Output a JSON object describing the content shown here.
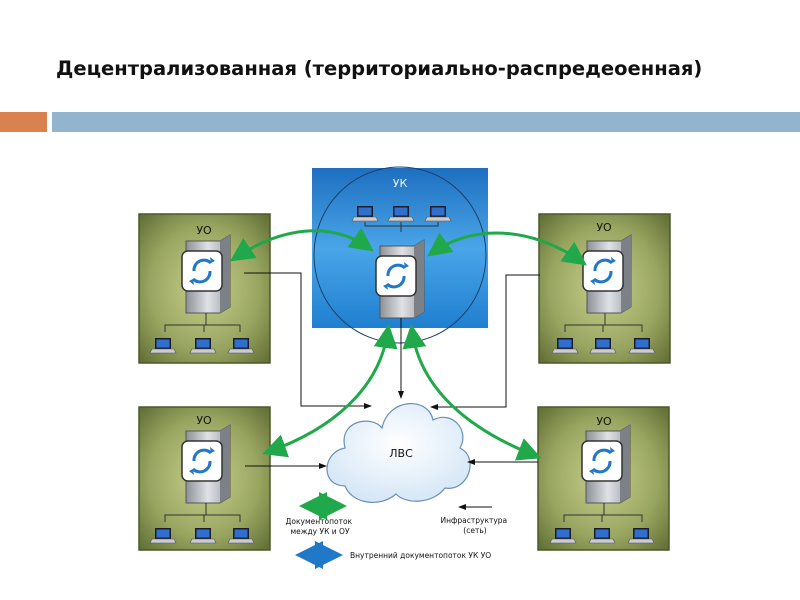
{
  "slide": {
    "title": "Децентрализованная (территориально-распредеоенная)"
  },
  "diagram": {
    "center_node": {
      "label": "УК"
    },
    "unit_nodes": [
      {
        "id": "tl",
        "label": "УО"
      },
      {
        "id": "tr",
        "label": "УО"
      },
      {
        "id": "bl",
        "label": "УО"
      },
      {
        "id": "br",
        "label": "УО"
      }
    ],
    "network": {
      "label": "ЛВС"
    },
    "legend": {
      "green_arrow": "Документопоток\nмежду УК и ОУ",
      "infrastructure": "Инфраструктура\n(сеть)",
      "blue_arrow": "Внутренний документопоток УК УО"
    },
    "colors": {
      "accent_bar": "#d9824f",
      "main_bar": "#93b4cf",
      "center_panel": "#2a86d4",
      "unit_panel": "#7d8a48",
      "green_arrow": "#20a84a",
      "blue_arrow": "#1f78c8"
    }
  }
}
